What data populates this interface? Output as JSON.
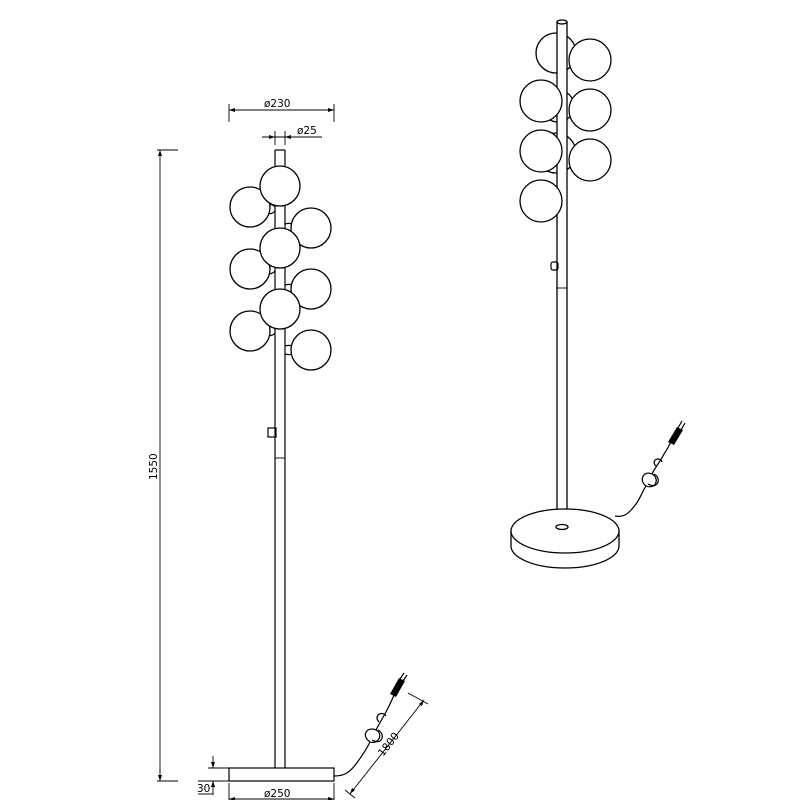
{
  "dimensions": {
    "top_width": "ø230",
    "pole_diameter": "ø25",
    "height": "1550",
    "base_height": "30",
    "base_diameter": "ø250",
    "cable_length": "1800"
  }
}
